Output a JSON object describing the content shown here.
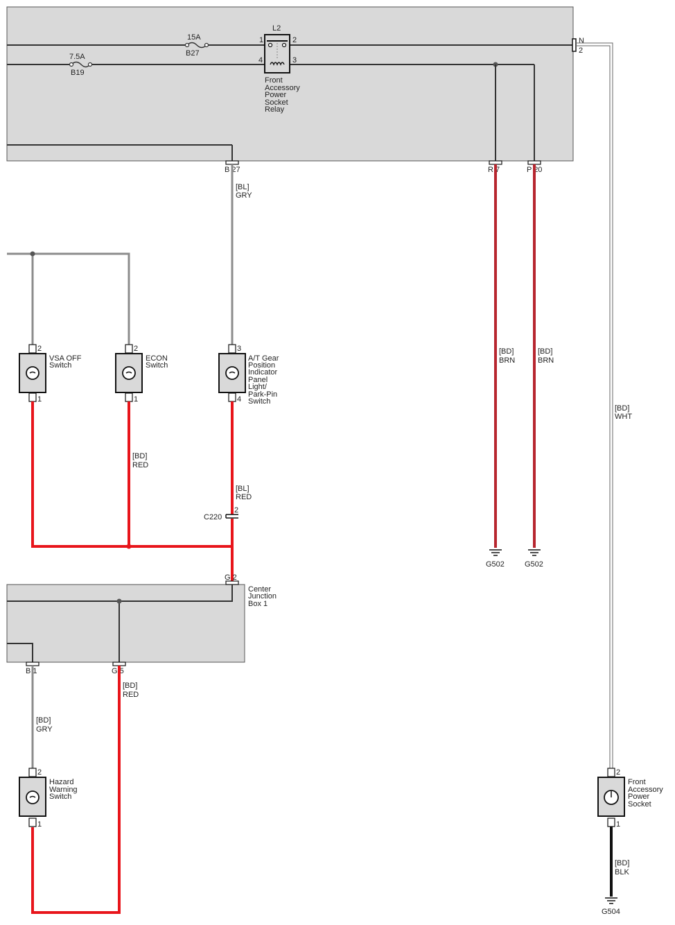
{
  "relay_box": {
    "fuse_b27": {
      "rating": "15A",
      "id": "B27"
    },
    "fuse_b19": {
      "rating": "7.5A",
      "id": "B19"
    },
    "relay": {
      "id": "L2",
      "pins": [
        "1",
        "2",
        "4",
        "3"
      ],
      "name_lines": [
        "Front",
        "Accessory",
        "Power",
        "Socket",
        "Relay"
      ]
    },
    "right_connector": {
      "id": "N",
      "pin": "2"
    },
    "bottom_connectors": [
      "B 27",
      "R 7",
      "P 20"
    ]
  },
  "wires": {
    "gray_bl": {
      "harness": "[BL]",
      "color": "GRY"
    },
    "brn_left": {
      "harness": "[BD]",
      "color": "BRN"
    },
    "brn_right": {
      "harness": "[BD]",
      "color": "BRN"
    },
    "wht": {
      "harness": "[BD]",
      "color": "WHT"
    },
    "red_econ": {
      "harness": "[BD]",
      "color": "RED"
    },
    "red_at": {
      "harness": "[BL]",
      "color": "RED"
    },
    "gry_hazard": {
      "harness": "[BD]",
      "color": "GRY"
    },
    "red_g5": {
      "harness": "[BD]",
      "color": "RED"
    },
    "blk": {
      "harness": "[BD]",
      "color": "BLK"
    }
  },
  "switches": {
    "vsa": {
      "pin_top": "2",
      "pin_bottom": "1",
      "name_lines": [
        "VSA OFF",
        "Switch"
      ]
    },
    "econ": {
      "pin_top": "2",
      "pin_bottom": "1",
      "name_lines": [
        "ECON",
        "Switch"
      ]
    },
    "at": {
      "pin_top": "3",
      "pin_bottom": "4",
      "name_lines": [
        "A/T Gear",
        "Position",
        "Indicator",
        "Panel",
        "Light/",
        "Park-Pin",
        "Switch"
      ]
    },
    "hazard": {
      "pin_top": "2",
      "pin_bottom": "1",
      "name_lines": [
        "Hazard",
        "Warning",
        "Switch"
      ]
    }
  },
  "socket": {
    "pin_top": "2",
    "pin_bottom": "1",
    "name_lines": [
      "Front",
      "Accessory",
      "Power",
      "Socket"
    ]
  },
  "connector_c220": {
    "id": "C220",
    "pin": "2"
  },
  "junction_box": {
    "name_lines": [
      "Center",
      "Junction",
      "Box 1"
    ],
    "top_connector": "G 2",
    "bottom_connectors": [
      "B 1",
      "G 5"
    ]
  },
  "grounds": [
    "G502",
    "G502",
    "G504"
  ]
}
